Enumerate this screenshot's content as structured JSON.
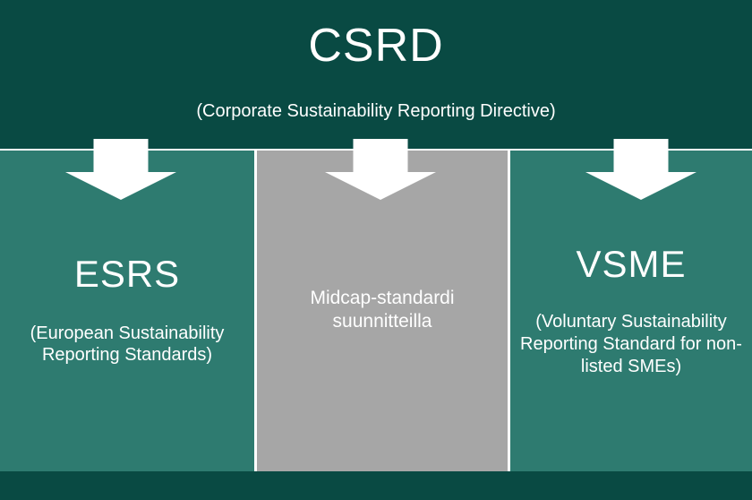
{
  "colors": {
    "band_dark_teal": "#094a43",
    "column_teal": "#2e7b70",
    "column_gray": "#a6a6a6",
    "separator_white": "#ffffff",
    "text_white": "#ffffff"
  },
  "header": {
    "title": "CSRD",
    "subtitle": "(Corporate Sustainability Reporting Directive)"
  },
  "columns": [
    {
      "title": "ESRS",
      "subtitle": "(European Sustainability Reporting Standards)",
      "bg": "#2e7b70"
    },
    {
      "title": "",
      "subtitle": "Midcap-standardi suunnitteilla",
      "bg": "#a6a6a6"
    },
    {
      "title": "VSME",
      "subtitle": "(Voluntary Sustainability Reporting Standard for non-listed SMEs)",
      "bg": "#2e7b70"
    }
  ],
  "icons": {
    "arrow": "down-arrow-icon"
  }
}
